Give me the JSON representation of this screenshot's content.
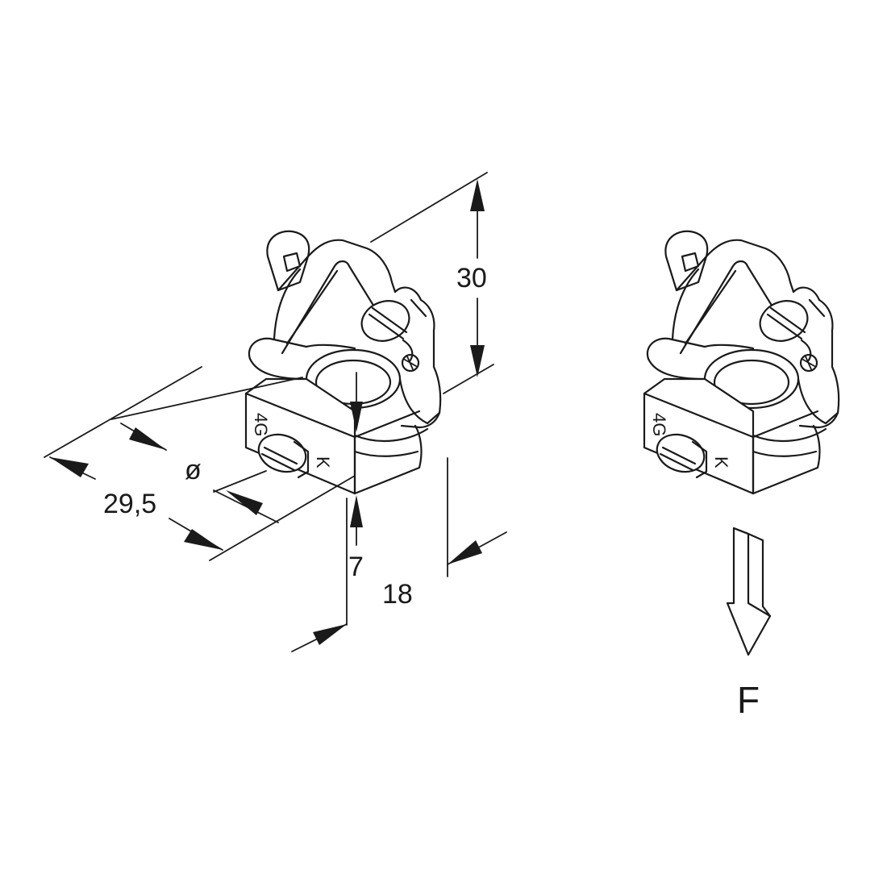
{
  "dimensions": {
    "height": "30",
    "length": "29,5",
    "diameter_symbol": "ø",
    "bottom_offset": "7",
    "width": "18"
  },
  "force_label": "F",
  "part_markings": {
    "side_number": "4G",
    "side_letter": "K"
  },
  "colors": {
    "line": "#1a1a1a",
    "background": "#ffffff"
  }
}
